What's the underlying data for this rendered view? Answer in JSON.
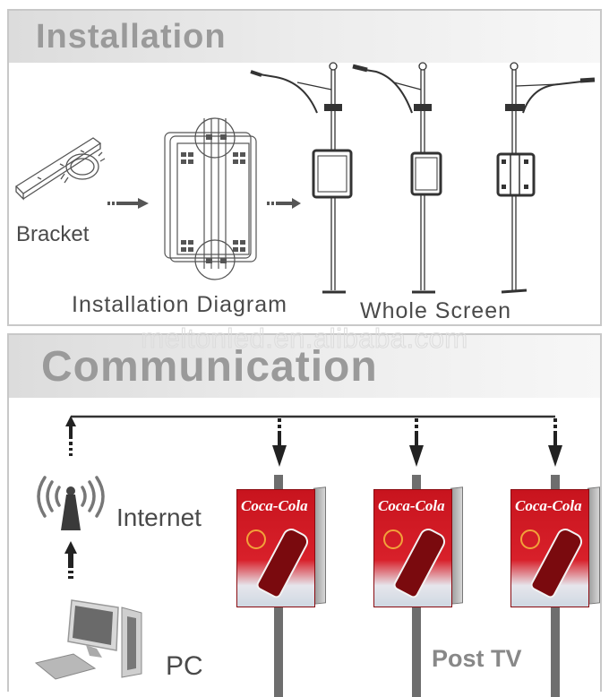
{
  "installation": {
    "title": "Installation",
    "steps": [
      {
        "label": "Bracket",
        "icon": "bracket-clamp-drawing"
      },
      {
        "label": "Installation Diagram",
        "icon": "screen-back-mounting-drawing"
      },
      {
        "label": "Whole Screen",
        "icon": "street-light-pole-screen-drawing"
      }
    ],
    "pole_views": [
      "front-view",
      "side-view",
      "back-view"
    ]
  },
  "watermark": "meltonled.en.alibaba.com",
  "communication": {
    "title": "Communication",
    "nodes": {
      "pc": {
        "label": "PC",
        "icon": "desktop-computer-icon"
      },
      "internet": {
        "label": "Internet",
        "icon": "wireless-tower-icon"
      },
      "post_tv": {
        "label": "Post TV",
        "count": 3,
        "display_content": "Coca-Cola"
      }
    },
    "colors": {
      "screen_red": "#c8141e",
      "pole_gray": "#6e6e6e",
      "title_gray": "#9a9a9a",
      "line_dark": "#333333"
    }
  }
}
